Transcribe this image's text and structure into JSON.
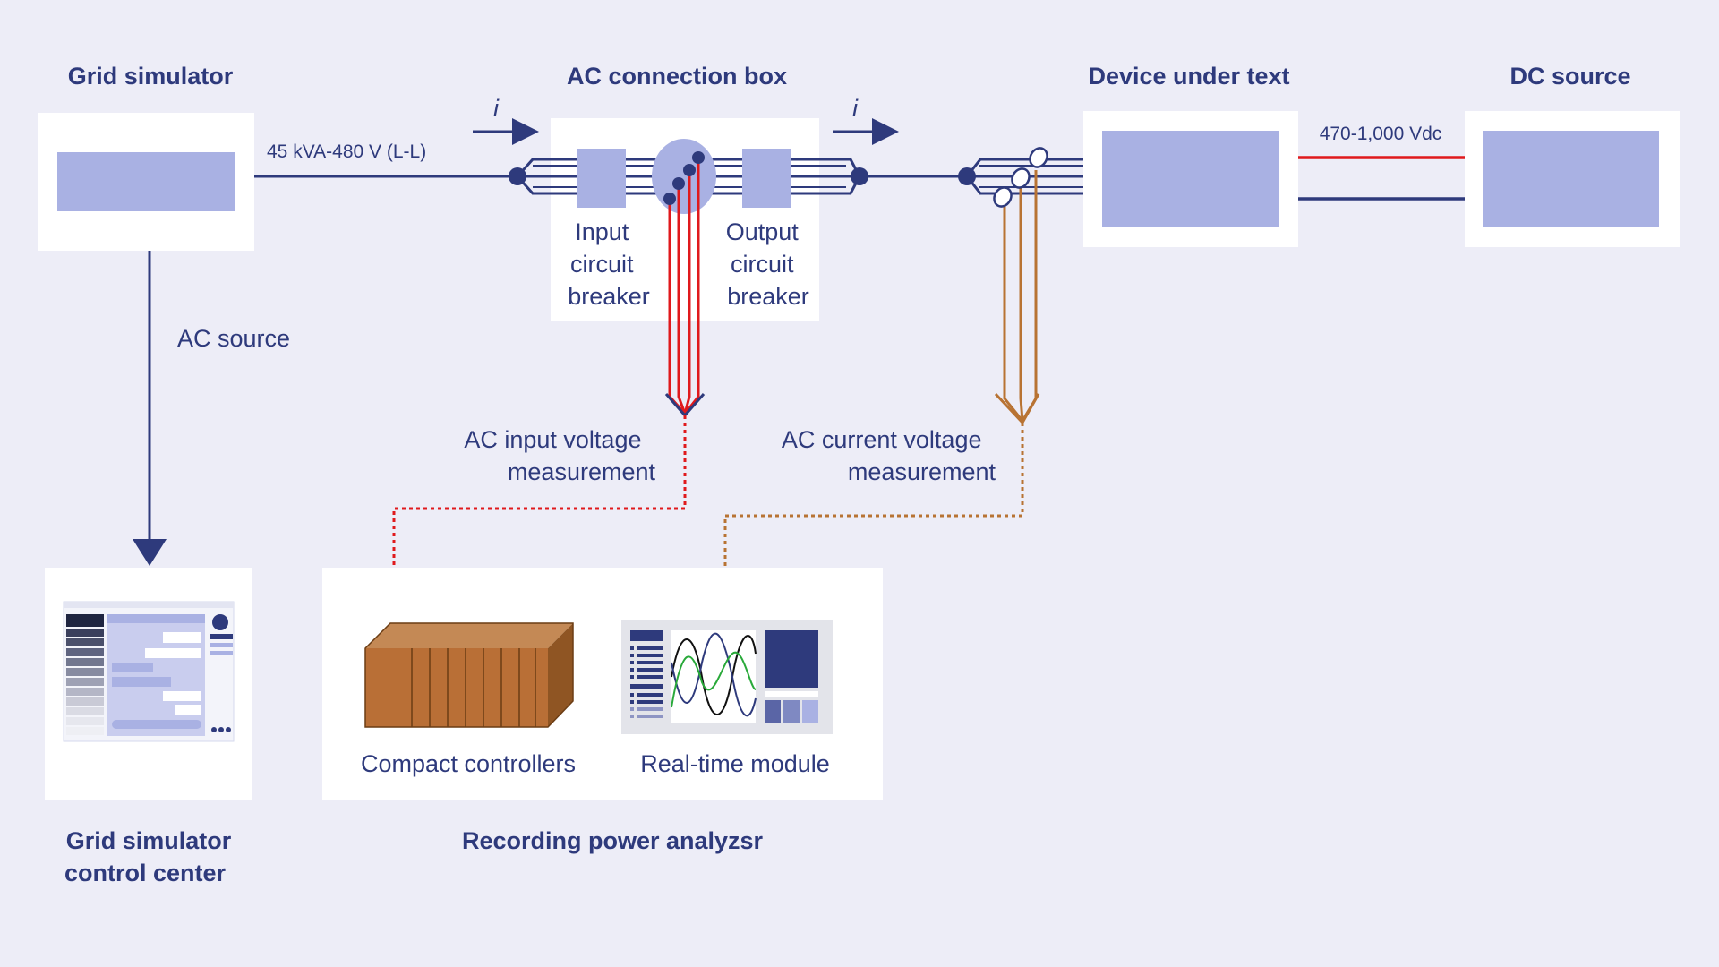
{
  "blocks": {
    "grid_simulator": {
      "title": "Grid simulator"
    },
    "ac_connection_box": {
      "title": "AC connection box",
      "input_breaker": [
        "Input",
        "circuit",
        "breaker"
      ],
      "output_breaker": [
        "Output",
        "circuit",
        "breaker"
      ]
    },
    "device_under_test": {
      "title": "Device under text"
    },
    "dc_source": {
      "title": "DC source"
    },
    "control_center": {
      "title_line1": "Grid simulator",
      "title_line2": "control center"
    },
    "recording_analyzer": {
      "title": "Recording power analyzsr",
      "compact_controllers": "Compact controllers",
      "realtime_module": "Real-time module"
    }
  },
  "connections": {
    "ac_rating": "45 kVA-480 V (L-L)",
    "current_symbol": "i",
    "ac_source": "AC source",
    "dc_voltage": "470-1,000 Vdc",
    "input_measurement": [
      "AC input voltage",
      "measurement"
    ],
    "current_measurement": [
      "AC current voltage",
      "measurement"
    ]
  },
  "colors": {
    "background": "#ededf7",
    "panel": "#ffffff",
    "block_fill": "#a9b1e3",
    "line_navy": "#2e3a7c",
    "voltage_red": "#e0191c",
    "current_brown": "#b87333",
    "controller_body": "#b96f36"
  }
}
